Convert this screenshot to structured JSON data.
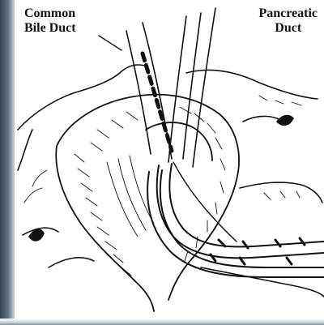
{
  "labels": {
    "common_bile_duct_line1": "Common",
    "common_bile_duct_line2": "Bile Duct",
    "pancreatic_duct_line1": "Pancreatic",
    "pancreatic_duct_line2": "Duct"
  },
  "colors": {
    "ink": "#111111",
    "background": "#ffffff",
    "frame_shade": "#5f7480"
  }
}
